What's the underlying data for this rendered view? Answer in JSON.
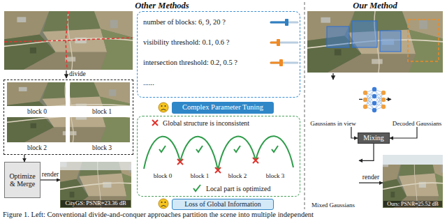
{
  "diagram": {
    "caption": "Figure 1. Left: Conventional divide-and-conquer approaches partition the scene into multiple independent",
    "nodes": [
      {
        "text": [
          "block 0",
          "block 1",
          "block 2",
          "block 3"
        ]
      },
      {
        "text": [
          "Optimize & Merge"
        ]
      },
      {
        "text": [
          "CityGS: PSNR=23.36 dB"
        ]
      },
      {
        "text": [
          "number of blocks: 6, 9, 20 ?",
          "visibility threshold: 0.1, 0.6 ?",
          "intersection threshold: 0.2, 0.5 ?",
          "......"
        ]
      },
      {
        "text": [
          "Complex Parameter Tuning"
        ]
      },
      {
        "text": [
          "Global structure is inconsistent",
          "block 0",
          "block 1",
          "block 2",
          "block 3",
          "Local part is optimized"
        ]
      },
      {
        "text": [
          "Loss of Global Information"
        ]
      },
      {
        "text": [
          "Gaussians in view"
        ]
      },
      {
        "text": [
          "Decoded Gaussians"
        ]
      },
      {
        "text": [
          "Mixing"
        ]
      },
      {
        "text": [
          "Mixed Gaussians"
        ]
      },
      {
        "text": [
          "Ours: PSNR=25.52 dB"
        ]
      }
    ],
    "edges": [
      {
        "from": 0,
        "to": 1,
        "arrow": "to"
      },
      {
        "from": 1,
        "to": 2,
        "label": "render",
        "arrow": "to"
      },
      {
        "from": 7,
        "to": 8,
        "arrow": "to"
      },
      {
        "from": 7,
        "to": 9,
        "arrow": "to"
      },
      {
        "from": 8,
        "to": 9,
        "arrow": "to"
      },
      {
        "from": 9,
        "to": 10,
        "arrow": "to"
      },
      {
        "from": 10,
        "to": 11,
        "label": "render",
        "arrow": "to"
      }
    ],
    "labels": [
      "Other Methods",
      "divide",
      "Our Method"
    ]
  }
}
